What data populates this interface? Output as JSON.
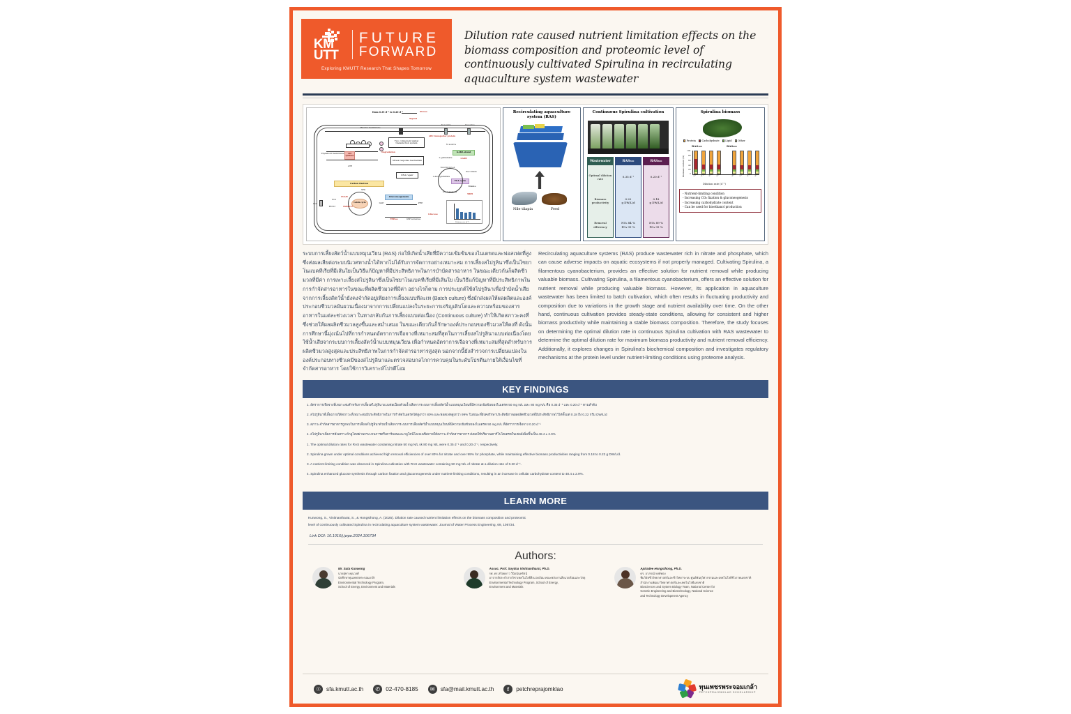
{
  "brand": {
    "logo_primary": "KM\nUTT",
    "logo_secondary_line1": "FUTURE",
    "logo_secondary_line2": "FORWARD",
    "tagline": "Exploring KMUTT Research That Shapes Tomorrow",
    "accent_orange": "#ef5a2b",
    "banner_blue": "#3b5580",
    "text_blue": "#3a4a5e"
  },
  "header": {
    "title": "Dilution rate caused nutrient limitation effects on the biomass composition and proteomic level of continuously cultivated Spirulina in recirculating aquaculture system wastewater"
  },
  "graphical_abstract": {
    "cell_diagram": {
      "top_note_line1": "Dilution rate of RAS",
      "top_note_sub1": "500",
      "top_note_line1b": " decreased",
      "top_note_line2": "from 0.35 d⁻¹ to 0.20 d⁻¹",
      "stress_label": "Stress",
      "signal_label": "Signal",
      "plasma_membrane": "Plasma membrane",
      "thylakoid_membrane": "Thylakoid membrane",
      "atp_synthase": "ATP synthase",
      "atp": "ATP",
      "degradation": "Degradation",
      "two_component": "Two component signal transduction system",
      "stress_response": "Stress response mechanism",
      "dna_repair": "DNA repair",
      "abc_transporter": "ABC transporter protein",
      "n_source": "N source",
      "p_source": "P source",
      "n_source_in": "N source",
      "gaba_shunt": "GABA shunt",
      "l_glutamate": "L-glutamate",
      "gadb": "GADB",
      "succinyl_coa": "Succinyl-CoA",
      "alpha_kg": "α-ketoglutarate",
      "succinate": "Succinate",
      "malate": "Malate",
      "oxaloacetate": "Oxaloacetate",
      "tca_cycle": "TCA cycle",
      "mdh": "MDH",
      "carbon_fixation": "Carbon fixation",
      "calvin_cycle": "Calvin cycle",
      "pgk": "PGK",
      "pgam": "PGAM",
      "three_pg": "3PG",
      "rubisco": "RuBisCO",
      "co2": "CO₂",
      "hco3": "HCO₃⁻",
      "gluconeogenesis": "Gluconeogenesis",
      "gap": "GAP",
      "pep": "PEP",
      "fbpase": "FBPase",
      "g6p_isomerase": "G6P isomerase",
      "glucose": "Glucose",
      "inset_ylabel": "Carbohydrate content",
      "inset_xlabel": "Dilution rate (d⁻¹)"
    },
    "panels": [
      {
        "id": "ras",
        "title": "Recirculating aquaculture system (RAS)",
        "label_fish": "Nile tilapia",
        "label_feed": "Feed"
      },
      {
        "id": "cultivation",
        "title": "Continuous Spirulina cultivation"
      },
      {
        "id": "biomass",
        "title": "Spirulina biomass"
      }
    ],
    "table": {
      "headers": [
        "Wastewater",
        "RAS₅₀₀",
        "RAS₈₀₀"
      ],
      "header_colors": [
        "#2f5d52",
        "#2c4a7c",
        "#5c1f50"
      ],
      "rows": [
        {
          "label": "Optimal dilution rate",
          "ras500": "0.35 d⁻¹",
          "ras800": "0.20 d⁻¹"
        },
        {
          "label": "Biomass productivity",
          "ras500": "0.22\ng DW/L/d",
          "ras800": "0.18\ng DW/L/d"
        },
        {
          "label": "Removal efficiency",
          "ras500": "NO₃ 84 %\nPO₄ 99 %",
          "ras800": "NO₃ 89 %\nPO₄ 99 %"
        }
      ]
    },
    "findings_box": [
      "- Nutrient-limiting condition",
      "- Increasing CO₂ fixation & gluconeogenesis",
      "- Increasing carbohydrate content",
      "- Can be used for bioethanol production"
    ]
  },
  "chart_data": {
    "type": "bar",
    "title": "",
    "subtitle_groups": [
      "RAS₅₀₀",
      "RAS₈₀₀"
    ],
    "xlabel": "Dilution rate (d⁻¹)",
    "ylabel": "Biomass content (%)",
    "ylim": [
      0,
      100
    ],
    "yticks": [
      0,
      20,
      40,
      60,
      80,
      100
    ],
    "legend": [
      "Protein",
      "Carbohydrate",
      "Lipid",
      "Other"
    ],
    "legend_colors": [
      "#f0a43c",
      "#a8252c",
      "#7ab648",
      "#f2ea96"
    ],
    "legend_position": "top",
    "categories": [
      "0.20",
      "0.25",
      "0.30",
      "0.35",
      "0.20",
      "0.25",
      "0.30",
      "0.35"
    ],
    "groups": [
      "RAS500",
      "RAS500",
      "RAS500",
      "RAS500",
      "RAS800",
      "RAS800",
      "RAS800",
      "RAS800"
    ],
    "series": [
      {
        "name": "Other",
        "values": [
          6,
          8,
          8,
          8,
          8,
          8,
          8,
          8
        ]
      },
      {
        "name": "Lipid",
        "values": [
          14,
          12,
          12,
          12,
          12,
          12,
          12,
          12
        ]
      },
      {
        "name": "Carbohydrate",
        "values": [
          46,
          22,
          20,
          22,
          18,
          18,
          18,
          18
        ]
      },
      {
        "name": "Protein",
        "values": [
          34,
          58,
          60,
          58,
          62,
          62,
          62,
          62
        ]
      }
    ]
  },
  "abstract": {
    "thai": "ระบบการเลี้ยงสัตว์น้ำแบบหมุนเวียน (RAS) ก่อให้เกิดน้ำเสียที่มีความเข้มข้นของไนเตรตและฟอสเฟตที่สูง ซึ่งส่งผลเสียต่อระบบนิเวศทางน้ำได้หากไม่ได้รับการจัดการอย่างเหมาะสม การเลี้ยงสไปรูลินาซึ่งเป็นไซยาโนแบคทีเรียที่มีเส้นใยเป็นวิธีแก้ปัญหาที่มีประสิทธิภาพในการบำบัดสารอาหาร ในขณะเดียวกันก็ผลิตชีวมวลที่มีค่า การเพาะเลี้ยงสไปรูลินาซึ่งเป็นไซยาโนแบคทีเรียที่มีเส้นใย เป็นวิธีแก้ปัญหาที่มีประสิทธิภาพในการกำจัดสารอาหารในขณะที่ผลิตชีวมวลที่มีค่า อย่างไรก็ตาม การประยุกต์ใช้สไปรูลินาเพื่อบำบัดน้ำเสียจากการเลี้ยงสัตว์น้ำยังคงจำกัดอยู่เพียงการเลี้ยงแบบทีละเท (Batch culture) ซึ่งมักส่งผลให้ผลผลิตและองค์ประกอบชีวมวลผันผวนเนื่องมาจากการเปลี่ยนแปลงในระยะการเจริญเติบโตและความพร้อมของสารอาหารในแต่ละช่วงเวลา ในทางกลับกันการเลี้ยงแบบต่อเนื่อง (Continuous culture) ทำให้เกิดสภาวะคงที่ซึ่งช่วยให้ผลผลิตชีวมวลสูงขึ้นและสม่ำเสมอ ในขณะเดียวกันก็รักษาองค์ประกอบของชีวมวลให้คงที่ ดังนั้นการศึกษานี้มุ่งเน้นไปที่การกำหนดอัตราการเจือจางที่เหมาะสมที่สุดในการเลี้ยงสไปรูลินาแบบต่อเนื่องโดยใช้น้ำเสียจากระบบการเลี้ยงสัตว์น้ำแบบหมุนเวียน เพื่อกำหนดอัตราการเจือจางที่เหมาะสมที่สุดสำหรับการผลิตชีวมวลสูงสุดและประสิทธิภาพในการกำจัดสารอาหารสูงสุด นอกจากนี้ยังสำรวจการเปลี่ยนแปลงในองค์ประกอบทางชีวเคมีของสไปรูลินาและตรวจสอบกลไกการควบคุมในระดับโปรตีนภายใต้เงื่อนไขที่จำกัดสารอาหาร โดยใช้การวิเคราะห์โปรตีโอม",
    "english": "Recirculating aquaculture systems (RAS) produce wastewater rich in nitrate and phosphate, which can cause adverse impacts on aquatic ecosystems if not properly managed. Cultivating Spirulina, a filamentous cyanobacterium, provides an effective solution for nutrient removal while producing valuable biomass. Cultivating Spirulina, a filamentous cyanobacterium, offers an effective solution for nutrient removal while producing valuable biomass. However, its application in aquaculture wastewater has been limited to batch cultivation, which often results in fluctuating productivity and composition due to variations in the growth stage and nutrient availability over time. On the other hand, continuous cultivation provides steady-state conditions, allowing for consistent and higher biomass productivity while maintaining a stable biomass composition. Therefore, the study focuses on determining the optimal dilution rate in continuous Spirulina cultivation with RAS wastewater to determine the optimal dilution rate for maximum biomass productivity and nutrient removal efficiency. Additionally, it explores changes in Spirulina's biochemical composition and investigates regulatory mechanisms at the protein level under nutrient-limiting conditions using proteome analysis."
  },
  "key_findings": {
    "banner": "KEY FINDINGS",
    "thai": [
      "1. อัตราการเจือจางที่เหมาะสมสำหรับการเลี้ยงสไปรูลินาแบบต่อเนื่องด้วยน้ำเสียจากระบบการเลี้ยงสัตว์น้ำแบบหมุนเวียนที่มีความเข้มข้นของไนเตรต 50 mg N/L และ 80 mg N/L คือ 0.35 d⁻¹ และ 0.20 d⁻¹ ตามลำดับ",
      "2. สไปรูลินาที่เลี้ยงภายใต้สภาวะที่เหมาะสมมีประสิทธิภาพในการกำจัดไนเตรตได้สูงกว่า 80% และฟอสเฟตสูงกว่า 99% ในขณะที่ยังคงรักษาประสิทธิภาพผลผลิตชีวมวลที่มีประสิทธิภาพไว้ได้ตั้งแต่ 0.18 ถึง 0.22 กรัม DW/L/d",
      "3. สภาวะจำกัดสารอาหารถูกพบในการเลี้ยงสไปรูลินาด้วยน้ำเสียจากระบบการเลี้ยงสัตว์น้ำแบบหมุนเวียนที่มีความเข้มข้นของไนเตรต 50 mg N/L ที่อัตราการเจือจาง 0.20 d⁻¹",
      "4. สไปรูลินาเพิ่มการสังเคราะห์กลูโคสผ่านกระบวนการตรึงคาร์บอนและกลูโคนีโอเจเนซิสภายใต้สภาวะจำกัดสารอาหาร ส่งผลให้ปริมาณคาร์โบไฮเดรตในเซลล์เพิ่มขึ้นเป็น 48.4 ± 2.9%"
    ],
    "english": [
      "1. The optimal dilution rates for RAS wastewater containing nitrate 50 mg N/L sk 80 mg N/L were 0.35 d⁻¹ and 0.20 d⁻¹, respectively.",
      "2. Spirulina grown under optimal conditions achieved high removal efficiencies of over 80% for nitrate and over 99% for phosphate, while maintaining effective biomass productivities ranging from 0.18 to 0.22 g DW/L/d.",
      "3. A nutrient-limiting condition was observed in Spirulina cultivation with RAS wastewater containing 50 mg N/L of nitrate at a dilution rate of 0.20 d⁻¹.",
      "4. Spirulina enhanced glucose synthesis through carbon fixation and gluconeogenesis under nutrient-limiting conditions, resulting in an increase in cellular carbohydrate content to 48.4 ± 2.9%."
    ]
  },
  "learn_more": {
    "banner": "LEARN MORE",
    "citation_line1": "Kunwong, S., Vinitnantharat, S., & Hongsthong, A. (2025). Dilution rate caused nutrient limitation effects on the biomass composition and proteomic",
    "citation_line2": "level of continuously cultivated Spirulina in recirculating aquaculture system wastewater. Journal of Water Process Engineering, 69, 106734.",
    "doi": "Link DOI: 10.1016/j.jwpe.2024.106734"
  },
  "authors": {
    "heading": "Authors:",
    "list": [
      {
        "name_en": "Mr. Suta Kunwong",
        "name_th": "นายสุทา คุณวงศ์",
        "affil_th": "นักศึกษาทุนเพชรพระจอมเกล้า",
        "affil_en1": "Environmental Technology Program,",
        "affil_en2": "School of Energy, Environment and Materials",
        "avatar_head": "#4a3b30",
        "avatar_body": "#2f3f36"
      },
      {
        "name_en": "Assoc. Prof. Soydoa Vinitnantharat, Ph.D.",
        "name_th": "รศ. ดร.สร้อยดาว วินิจนันทรัตน์",
        "affil_th": "อาจารย์ประจำสายวิชาเทคโนโลยีสิ่งแวดล้อม คณะพลังงานสิ่งแวดล้อมและวัสดุ",
        "affil_en1": "Environmental Technology Program, School of Energy,",
        "affil_en2": "Environment and Materials",
        "avatar_head": "#3a2c22",
        "avatar_body": "#1e3b2a"
      },
      {
        "name_en": "Apiradee Hongsthong, Ph.D.",
        "name_th": "ดร. อาภรณ์ หงษ์ทอง",
        "affil_th": "ทีมวิจัยชีววิทยาศาสตร์และชีววิทยาระบบ ศูนย์พันธุวิศวกรรมและเทคโนโลยีชีวภาพแห่งชาติ สำนักงานพัฒนาวิทยาศาสตร์และเทคโนโลยีแห่งชาติ",
        "affil_en1": "Biosciences and System Biology Team, National Center for",
        "affil_en2": "Genetic Engineering and Biotechnology, National Science",
        "affil_en3": "and Technology Development Agency",
        "avatar_head": "#4d3226",
        "avatar_body": "#6b5748"
      }
    ]
  },
  "footer": {
    "items": [
      {
        "icon": "globe-icon",
        "glyph": "⊕",
        "text": "sfa.kmutt.ac.th"
      },
      {
        "icon": "phone-icon",
        "glyph": "☎",
        "text": "02-470-8185"
      },
      {
        "icon": "email-icon",
        "glyph": "✉",
        "text": "sfa@mail.kmutt.ac.th"
      },
      {
        "icon": "facebook-icon",
        "glyph": "f",
        "text": "petchreprajomklao"
      }
    ],
    "scholarship_th": "ทุนเพชรพระจอมเกล้า",
    "scholarship_en": "PETCHPRAJOMKLAO  SCHOLARSHIP"
  }
}
